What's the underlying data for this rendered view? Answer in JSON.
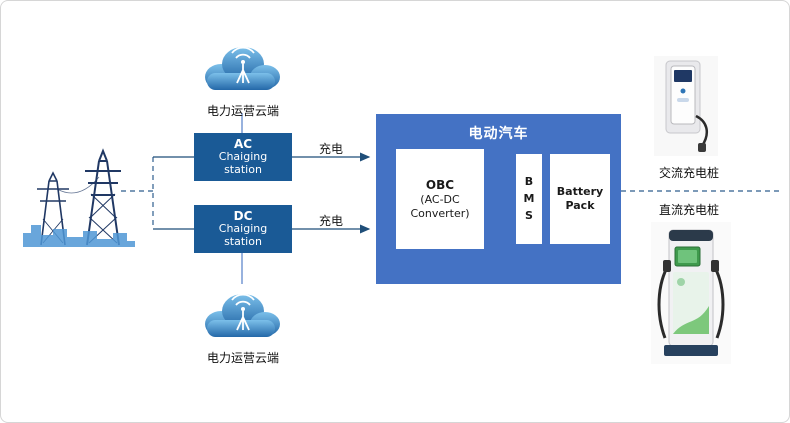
{
  "colors": {
    "station_blue": "#1a5a96",
    "ev_blue": "#4472c4",
    "connector_dark": "#1f4e79",
    "cloud_blue_top": "#7cc0ea",
    "cloud_blue_bottom": "#2468a8",
    "tower_navy": "#203864"
  },
  "cloud_top": {
    "label": "电力运营云端"
  },
  "cloud_bottom": {
    "label": "电力运营云端"
  },
  "ac_station": {
    "title": "AC",
    "line2": "Chaiging",
    "line3": "station"
  },
  "dc_station": {
    "title": "DC",
    "line2": "Chaiging",
    "line3": "station"
  },
  "arrows": {
    "ac_label": "充电",
    "dc_label": "充电"
  },
  "ev": {
    "title": "电动汽车",
    "obc": {
      "line1": "OBC",
      "line2": "(AC-DC",
      "line3": "Converter)"
    },
    "bms_letters": [
      "B",
      "M",
      "S"
    ],
    "battery": {
      "line1": "Battery",
      "line2": "Pack"
    }
  },
  "right": {
    "ac_pile_label": "交流充电桩",
    "dc_pile_label": "直流充电桩"
  }
}
